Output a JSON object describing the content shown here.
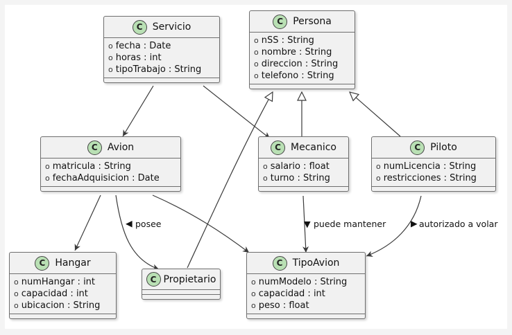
{
  "diagram": {
    "classes": [
      {
        "id": "servicio",
        "name": "Servicio",
        "icon": "class-c-icon",
        "attributes": [
          {
            "visibility": "o",
            "text": "fecha : Date"
          },
          {
            "visibility": "o",
            "text": "horas : int"
          },
          {
            "visibility": "o",
            "text": "tipoTrabajo : String"
          }
        ]
      },
      {
        "id": "persona",
        "name": "Persona",
        "icon": "class-c-icon",
        "attributes": [
          {
            "visibility": "o",
            "text": "nSS : String"
          },
          {
            "visibility": "o",
            "text": "nombre : String"
          },
          {
            "visibility": "o",
            "text": "direccion : String"
          },
          {
            "visibility": "o",
            "text": "telefono : String"
          }
        ]
      },
      {
        "id": "avion",
        "name": "Avion",
        "icon": "class-c-icon",
        "attributes": [
          {
            "visibility": "o",
            "text": "matricula : String"
          },
          {
            "visibility": "o",
            "text": "fechaAdquisicion : Date"
          }
        ]
      },
      {
        "id": "mecanico",
        "name": "Mecanico",
        "icon": "class-c-icon",
        "attributes": [
          {
            "visibility": "o",
            "text": "salario : float"
          },
          {
            "visibility": "o",
            "text": "turno : String"
          }
        ]
      },
      {
        "id": "piloto",
        "name": "Piloto",
        "icon": "class-c-icon",
        "attributes": [
          {
            "visibility": "o",
            "text": "numLicencia : String"
          },
          {
            "visibility": "o",
            "text": "restricciones : String"
          }
        ]
      },
      {
        "id": "hangar",
        "name": "Hangar",
        "icon": "class-c-icon",
        "attributes": [
          {
            "visibility": "o",
            "text": "numHangar : int"
          },
          {
            "visibility": "o",
            "text": "capacidad : int"
          },
          {
            "visibility": "o",
            "text": "ubicacion : String"
          }
        ]
      },
      {
        "id": "propietario",
        "name": "Propietario",
        "icon": "class-c-icon",
        "attributes": []
      },
      {
        "id": "tipoavion",
        "name": "TipoAvion",
        "icon": "class-c-icon",
        "attributes": [
          {
            "visibility": "o",
            "text": "numModelo : String"
          },
          {
            "visibility": "o",
            "text": "capacidad : int"
          },
          {
            "visibility": "o",
            "text": "peso : float"
          }
        ]
      }
    ],
    "badge_letter": "C",
    "relations": [
      {
        "id": "servicio-avion",
        "from": "servicio",
        "to": "avion",
        "kind": "association",
        "label": ""
      },
      {
        "id": "servicio-mecanico",
        "from": "servicio",
        "to": "mecanico",
        "kind": "association",
        "label": ""
      },
      {
        "id": "mecanico-persona",
        "from": "mecanico",
        "to": "persona",
        "kind": "inheritance",
        "label": ""
      },
      {
        "id": "piloto-persona",
        "from": "piloto",
        "to": "persona",
        "kind": "inheritance",
        "label": ""
      },
      {
        "id": "propietario-persona",
        "from": "propietario",
        "to": "persona",
        "kind": "inheritance",
        "label": ""
      },
      {
        "id": "avion-hangar",
        "from": "avion",
        "to": "hangar",
        "kind": "association",
        "label": ""
      },
      {
        "id": "avion-propietario",
        "from": "avion",
        "to": "propietario",
        "kind": "association",
        "label": "posee",
        "label_marker": "◀"
      },
      {
        "id": "avion-tipoavion",
        "from": "avion",
        "to": "tipoavion",
        "kind": "association",
        "label": ""
      },
      {
        "id": "mecanico-tipoavion",
        "from": "mecanico",
        "to": "tipoavion",
        "kind": "association",
        "label": "puede mantener",
        "label_marker": "▼"
      },
      {
        "id": "piloto-tipoavion",
        "from": "piloto",
        "to": "tipoavion",
        "kind": "association",
        "label": "autorizado a volar",
        "label_marker": "▶"
      }
    ],
    "colors": {
      "class_fill": "#f1f1f1",
      "badge_fill": "#b9e0b4",
      "line": "#3a3a3a"
    }
  }
}
